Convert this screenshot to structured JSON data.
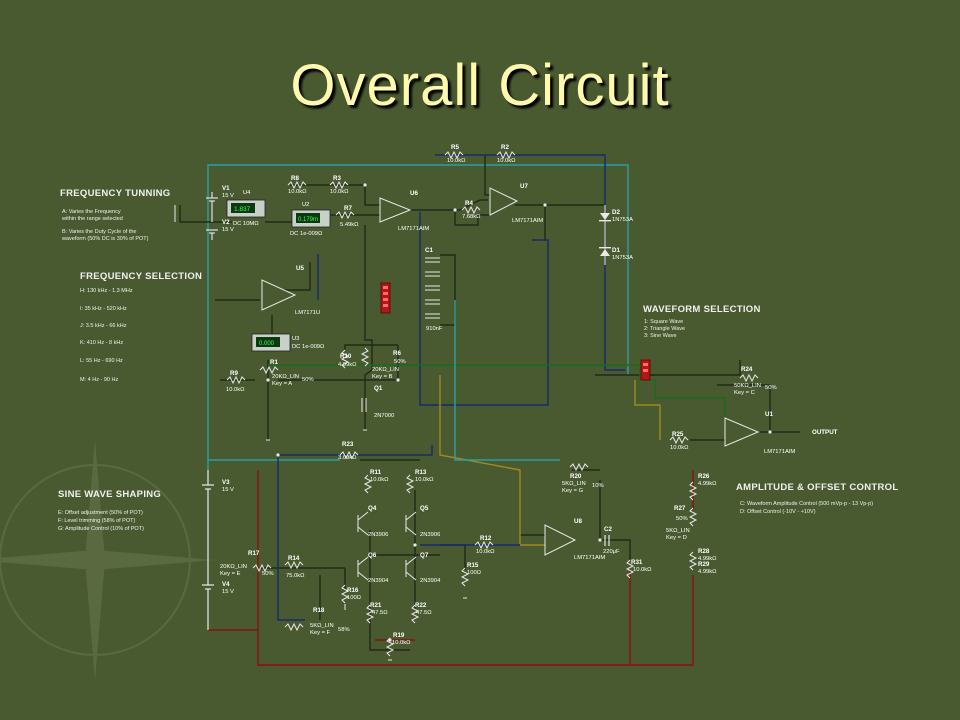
{
  "slide": {
    "title": "Overall Circuit"
  },
  "sections": {
    "frequency_tuning": {
      "title": "FREQUENCY TUNNING",
      "lines": [
        "A: Varies the Frequency",
        "within the range selected",
        "B: Varies the Duty Cycle of the",
        "waveform (50% DC is 30% of POT)"
      ]
    },
    "frequency_selection": {
      "title": "FREQUENCY SELECTION",
      "lines": [
        "H: 130 kHz - 1.3 MHz",
        "I: 35 kHz - 520 kHz",
        "J: 3.5 kHz - 66 kHz",
        "K: 410 Hz - 8 kHz",
        "L: 55 Hz - 690 Hz",
        "M: 4 Hz - 90 Hz"
      ]
    },
    "waveform_selection": {
      "title": "WAVEFORM SELECTION",
      "lines": [
        "1: Square Wave",
        "2: Triangle Wave",
        "3: Sine Wave"
      ]
    },
    "sine_wave_shaping": {
      "title": "SINE WAVE SHAPING",
      "lines": [
        "E: Offset adjustment (50% of POT)",
        "F: Level trimming (58% of POT)",
        "G: Amplitude Control (10% of POT)"
      ]
    },
    "amplitude_offset": {
      "title": "AMPLITUDE & OFFSET CONTROL",
      "lines": [
        "C: Waveform Amplitude Control (500 mVp-p - 13 Vp-p)",
        "D: Offset Control (-10V - +10V)"
      ]
    }
  },
  "components": {
    "v1": "V1",
    "v1_val": "15 V",
    "v2": "V2",
    "v2_val": "15 V",
    "v3": "V3",
    "v3_val": "15 V",
    "v4": "V4",
    "v4_val": "15 V",
    "u4": "U4",
    "u4_reading": "1.837",
    "u4_mode": "DC  10MΩ",
    "u2": "U2",
    "u2_reading": "0.179m",
    "u2_mode": "DC  1e-009Ω",
    "u3": "U3",
    "u3_reading": "0.000",
    "u3_mode": "DC  1e-009Ω",
    "u6": "U6",
    "u6_part": "LM7171AIM",
    "u7": "U7",
    "u7_part": "LM7171AIM",
    "u5": "U5",
    "u5_part": "LM7171U",
    "u8": "U8",
    "u8_part": "LM7171AIM",
    "u1": "U1",
    "u1_part": "LM7171AIM",
    "r8": "R8",
    "r8_val": "10.0kΩ",
    "r3": "R3",
    "r3_val": "10.0kΩ",
    "r7": "R7",
    "r7_val": "5.49kΩ",
    "r5": "R5",
    "r5_val": "10.0kΩ",
    "r2": "R2",
    "r2_val": "10.0kΩ",
    "r4": "R4",
    "r4_val": "7.68kΩ",
    "r1": "R1",
    "r1_val": "20KΩ_LIN",
    "r1_key": "Key = A",
    "r1_pct": "50%",
    "r9": "R9",
    "r9_val": "10.0kΩ",
    "r10": "R10",
    "r10_val": "4.99kΩ",
    "r6": "R6",
    "r6_val": "20KΩ_LIN",
    "r6_key": "Key = B",
    "r6_pct": "50%",
    "q1": "Q1",
    "q1_part": "2N7000",
    "c1": "C1",
    "c2": "C2",
    "c2_val": "220μF",
    "c_label": "910nF",
    "d2": "D2",
    "d2_part": "1N753A",
    "d1": "D1",
    "d1_part": "1N753A",
    "r23": "R23",
    "r23_val": "3.09kΩ",
    "r11": "R11",
    "r11_val": "10.0kΩ",
    "r13": "R13",
    "r13_val": "10.0kΩ",
    "q4": "Q4",
    "q4_part": "2N3906",
    "q5": "Q5",
    "q5_part": "2N3906",
    "q6": "Q6",
    "q6_part": "2N3904",
    "q7": "Q7",
    "q7_part": "2N3904",
    "r17": "R17",
    "r17_val": "20KΩ_LIN",
    "r17_key": "Key = E",
    "r17_pct": "50%",
    "r14": "R14",
    "r14_val": "75.0kΩ",
    "r16": "R16",
    "r16_val": "100Ω",
    "r18": "R18",
    "r18_val": "5KΩ_LIN",
    "r18_key": "Key = F",
    "r18_pct": "58%",
    "r21": "R21",
    "r21_val": "47.5Ω",
    "r22": "R22",
    "r22_val": "47.5Ω",
    "r19": "R19",
    "r19_val": "10.0kΩ",
    "r12": "R12",
    "r12_val": "10.0kΩ",
    "r15": "R15",
    "r15_val": "100Ω",
    "r20": "R20",
    "r20_val": "5KΩ_LIN",
    "r20_key": "Key = G",
    "r20_pct": "10%",
    "r25": "R25",
    "r25_val": "10.0kΩ",
    "r24": "R24",
    "r24_val": "50KΩ_LIN",
    "r24_key": "Key = C",
    "r24_pct": "50%",
    "r26": "R26",
    "r26_val": "4.99kΩ",
    "r27": "R27",
    "r27_val": "5KΩ_LIN",
    "r27_key": "Key = D",
    "r27_pct": "50%",
    "r28": "R28",
    "r28_val": "4.99kΩ",
    "r29": "R29",
    "r29_val": "4.99kΩ",
    "r31": "R31",
    "r31_val": "10.0kΩ",
    "output": "OUTPUT"
  },
  "colors": {
    "background": "#4a5a30",
    "title": "#fff9b0",
    "wire_default": "#1f2a17",
    "wire_navy": "#142a6e",
    "wire_teal": "#2aa0a0",
    "wire_red": "#8a1010",
    "wire_olive": "#a08a20",
    "wire_green": "#1b6b1b",
    "meter_display": "#3dff60"
  }
}
